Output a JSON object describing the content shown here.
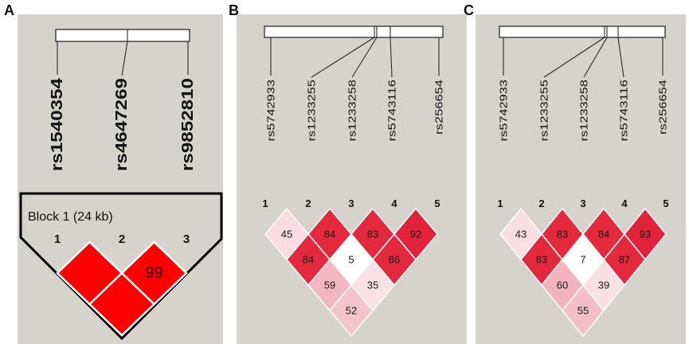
{
  "panels": [
    {
      "label": "A",
      "snps": [
        "rs1540354",
        "rs4647269",
        "rs9852810"
      ],
      "marker_numbers": [
        "1",
        "2",
        "3"
      ],
      "block_label": "Block 1 (24 kb)",
      "ld_cells": [
        {
          "pair": [
            1,
            2
          ],
          "color": "#ff0000"
        },
        {
          "pair": [
            2,
            3
          ],
          "value": "99",
          "color": "#ff0000"
        },
        {
          "pair": [
            1,
            3
          ],
          "color": "#ff0000"
        }
      ]
    },
    {
      "label": "B",
      "snps": [
        "rs5742933",
        "rs1233255",
        "rs1233258",
        "rs5743116",
        "rs256654"
      ],
      "marker_numbers": [
        "1",
        "2",
        "3",
        "4",
        "5"
      ],
      "ld_cells": [
        {
          "pair": [
            1,
            2
          ],
          "value": "45",
          "color": "#f7dde2"
        },
        {
          "pair": [
            2,
            3
          ],
          "value": "84",
          "color": "#e4283e"
        },
        {
          "pair": [
            3,
            4
          ],
          "value": "83",
          "color": "#e4283e"
        },
        {
          "pair": [
            4,
            5
          ],
          "value": "92",
          "color": "#e2223a"
        },
        {
          "pair": [
            1,
            3
          ],
          "value": "84",
          "color": "#e4283e"
        },
        {
          "pair": [
            2,
            4
          ],
          "value": "5",
          "color": "#ffffff"
        },
        {
          "pair": [
            3,
            5
          ],
          "value": "86",
          "color": "#e4283e"
        },
        {
          "pair": [
            1,
            4
          ],
          "value": "59",
          "color": "#f2b7c1"
        },
        {
          "pair": [
            2,
            5
          ],
          "value": "35",
          "color": "#f8e2e6"
        },
        {
          "pair": [
            1,
            5
          ],
          "value": "52",
          "color": "#f4c4cc"
        }
      ]
    },
    {
      "label": "C",
      "snps": [
        "rs5742933",
        "rs1233255",
        "rs1233258",
        "rs5743116",
        "rs256654"
      ],
      "marker_numbers": [
        "1",
        "2",
        "3",
        "4",
        "5"
      ],
      "ld_cells": [
        {
          "pair": [
            1,
            2
          ],
          "value": "43",
          "color": "#f7dfe3"
        },
        {
          "pair": [
            2,
            3
          ],
          "value": "83",
          "color": "#e4283e"
        },
        {
          "pair": [
            3,
            4
          ],
          "value": "84",
          "color": "#e4283e"
        },
        {
          "pair": [
            4,
            5
          ],
          "value": "93",
          "color": "#e2223a"
        },
        {
          "pair": [
            1,
            3
          ],
          "value": "83",
          "color": "#e4283e"
        },
        {
          "pair": [
            2,
            4
          ],
          "value": "7",
          "color": "#ffffff"
        },
        {
          "pair": [
            3,
            5
          ],
          "value": "87",
          "color": "#e4283e"
        },
        {
          "pair": [
            1,
            4
          ],
          "value": "60",
          "color": "#f1b3bd"
        },
        {
          "pair": [
            2,
            5
          ],
          "value": "39",
          "color": "#f8e0e5"
        },
        {
          "pair": [
            1,
            5
          ],
          "value": "55",
          "color": "#f3bec7"
        }
      ]
    }
  ]
}
